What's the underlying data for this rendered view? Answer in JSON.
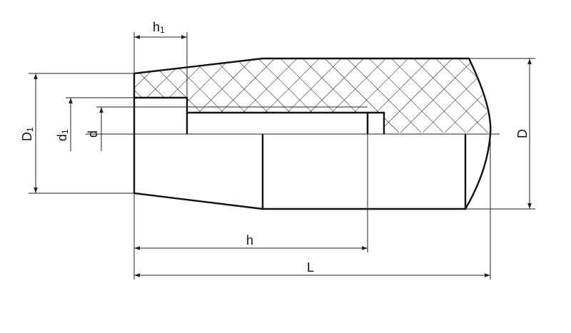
{
  "drawing": {
    "labels": {
      "h1": {
        "main": "h",
        "sub": "1"
      },
      "D1": {
        "main": "D",
        "sub": "1"
      },
      "d1": {
        "main": "d",
        "sub": "1"
      },
      "d": "d",
      "D": "D",
      "h": "h",
      "L": "L"
    },
    "colors": {
      "outline": "#111111",
      "dimension": "#222222",
      "hatch": "#111111",
      "background": "#ffffff"
    }
  }
}
